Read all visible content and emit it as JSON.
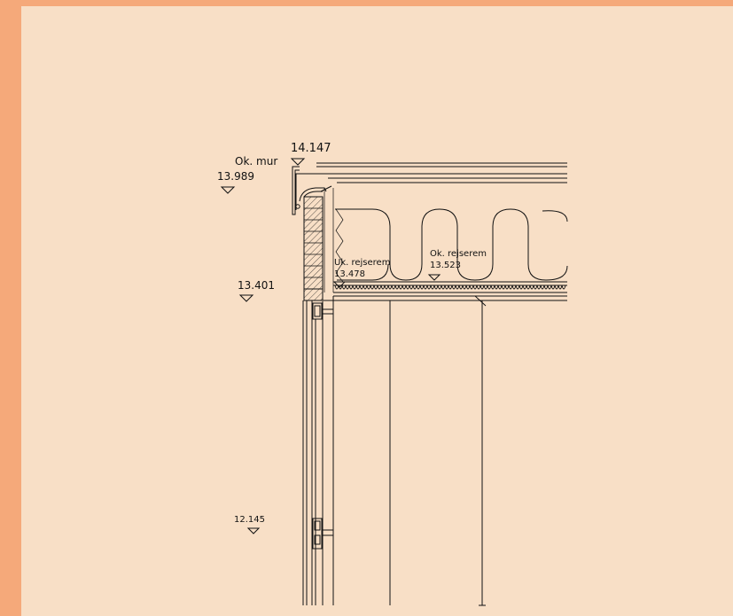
{
  "drawing": {
    "background_color": "#f8dfc6",
    "frame_color": "#f5a97a",
    "line_color": "#111111",
    "labels": {
      "top_level": "14.147",
      "ok_mur_label": "Ok. mur",
      "ok_mur_level": "13.989",
      "left_level": "13.401",
      "uk_rejserem_label": "Uk. rejserem",
      "uk_rejserem_level": "13.478",
      "ok_rejserem_label": "Ok. rejserem",
      "ok_rejserem_level": "13.523",
      "bottom_level": "12.145"
    }
  }
}
